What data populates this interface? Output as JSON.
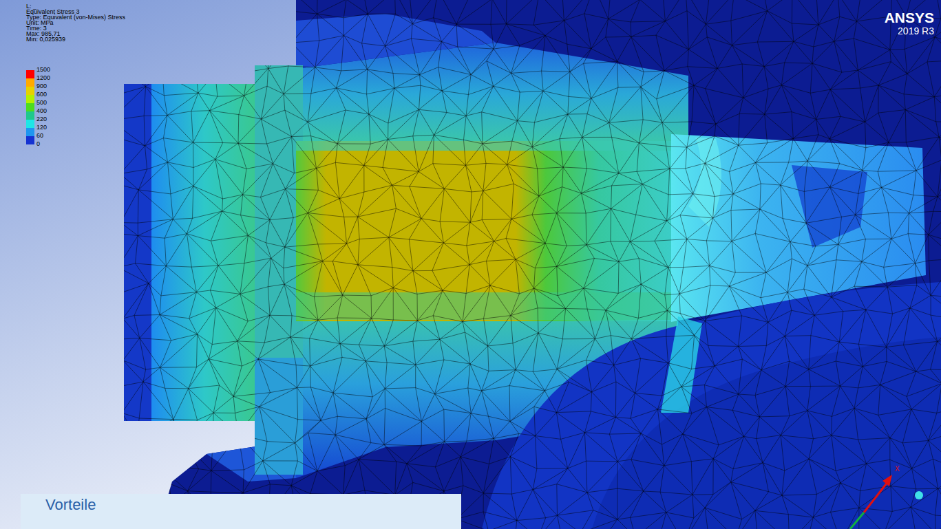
{
  "diagram": {
    "nodes": [
      {
        "text": [
          "Vorteile"
        ]
      }
    ],
    "labels": [
      "L: _",
      "Equivalent Stress 3",
      "Type: Equivalent (von-Mises) Stress",
      "Unit: MPa",
      "Time: 3",
      "Max: 985,71",
      "Min: 0,025939",
      "0",
      "ANSYS",
      "2019 R3",
      "X"
    ],
    "legend": [
      {
        "text": "1500",
        "color": "#ff0000"
      },
      {
        "text": "1200",
        "color": "#ffaa00"
      },
      {
        "text": "900",
        "color": "#e6d200"
      },
      {
        "text": "600",
        "color": "#b4f000"
      },
      {
        "text": "500",
        "color": "#4cdc1e"
      },
      {
        "text": "400",
        "color": "#1ec88c"
      },
      {
        "text": "220",
        "color": "#1ee6e6"
      },
      {
        "text": "120",
        "color": "#1e96f0"
      },
      {
        "text": "60",
        "color": "#1432d2"
      }
    ]
  }
}
